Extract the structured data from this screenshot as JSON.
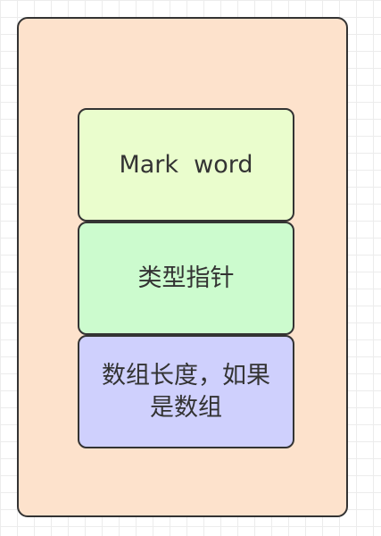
{
  "diagram": {
    "blocks": [
      {
        "label": "Mark  word",
        "fill": "#eafdcd"
      },
      {
        "label": "类型指针",
        "fill": "#ccfbce"
      },
      {
        "label": "数组长度，如果是数组",
        "fill": "#cfd0fd"
      }
    ],
    "container_fill": "#fde2cc",
    "border_color": "#333333"
  }
}
